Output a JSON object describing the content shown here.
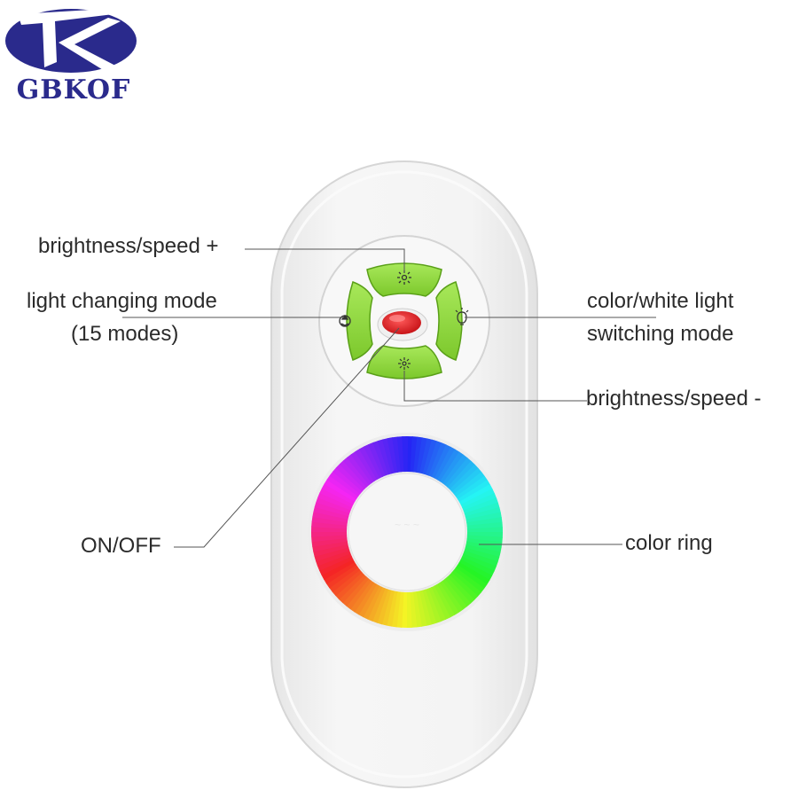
{
  "brand": {
    "name": "GBKOF",
    "logo_icon": "gbkof-logo-icon"
  },
  "labels": {
    "brightness_up": "brightness/speed +",
    "mode_line1": "light changing mode",
    "mode_line2": "(15 modes)",
    "color_white_line1": "color/white light",
    "color_white_line2": "switching mode",
    "brightness_down": "brightness/speed -",
    "on_off": "ON/OFF",
    "color_ring": "color ring"
  },
  "colors": {
    "button_green": "#8fd93a",
    "power_red": "#e8262b",
    "remote_body": "#f2f2f2",
    "brand_blue": "#2a2a8c"
  },
  "icons": [
    "sun-plus-icon",
    "sun-minus-icon",
    "mode-cycle-icon",
    "bulb-icon"
  ]
}
